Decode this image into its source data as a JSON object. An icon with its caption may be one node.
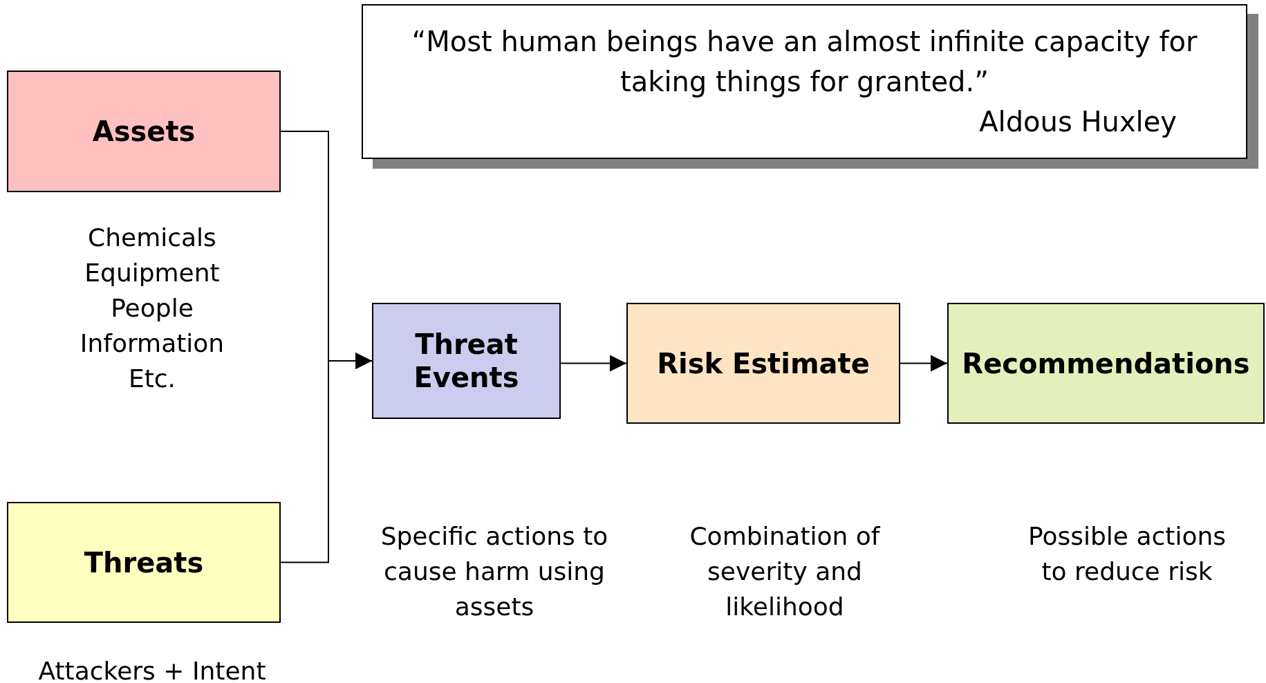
{
  "diagram": {
    "nodes": [
      {
        "text": [
          "“Most human beings have an almost infinite capacity for taking things for granted.”",
          "Aldous Huxley"
        ]
      },
      {
        "text": [
          "Assets"
        ],
        "beside": [
          "Chemicals",
          "Equipment",
          "People",
          "Information",
          "Etc."
        ]
      },
      {
        "text": [
          "Threat Events"
        ]
      },
      {
        "text": [
          "Risk Estimate"
        ]
      },
      {
        "text": [
          "Recommendations"
        ]
      },
      {
        "text": [
          "Threats"
        ],
        "beside": [
          "Attackers + Intent"
        ]
      }
    ],
    "edges": [
      {
        "from": 1,
        "to": 2,
        "arrow": "to"
      },
      {
        "from": 5,
        "to": 2,
        "arrow": "to"
      },
      {
        "from": 2,
        "to": 3,
        "arrow": "to"
      },
      {
        "from": 3,
        "to": 4,
        "arrow": "to"
      }
    ],
    "labels": [
      "Specific actions to cause harm using assets",
      "Combination of severity and likelihood",
      "Possible actions to reduce risk"
    ]
  }
}
